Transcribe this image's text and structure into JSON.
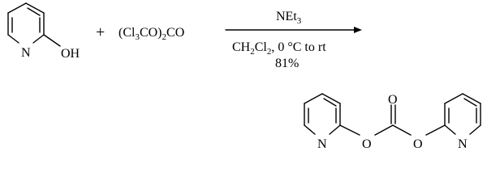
{
  "scheme": {
    "reactant1": {
      "ring_atom": "N",
      "substituent": "OH"
    },
    "plus_sign": "+",
    "reactant2": {
      "open": "(Cl",
      "sub1": "3",
      "mid": "CO)",
      "sub2": "2",
      "end": "CO"
    },
    "conditions_above": {
      "main": "NEt",
      "sub": "3"
    },
    "conditions_below": {
      "part1": "CH",
      "sub1": "2",
      "part2": "Cl",
      "sub2": "2",
      "part3": ", 0 °C to rt"
    },
    "yield": "81%",
    "product": {
      "ring_atom_left": "N",
      "oxygen_left": "O",
      "carbonyl_oxygen": "O",
      "oxygen_right": "O",
      "ring_atom_right": "N"
    }
  }
}
